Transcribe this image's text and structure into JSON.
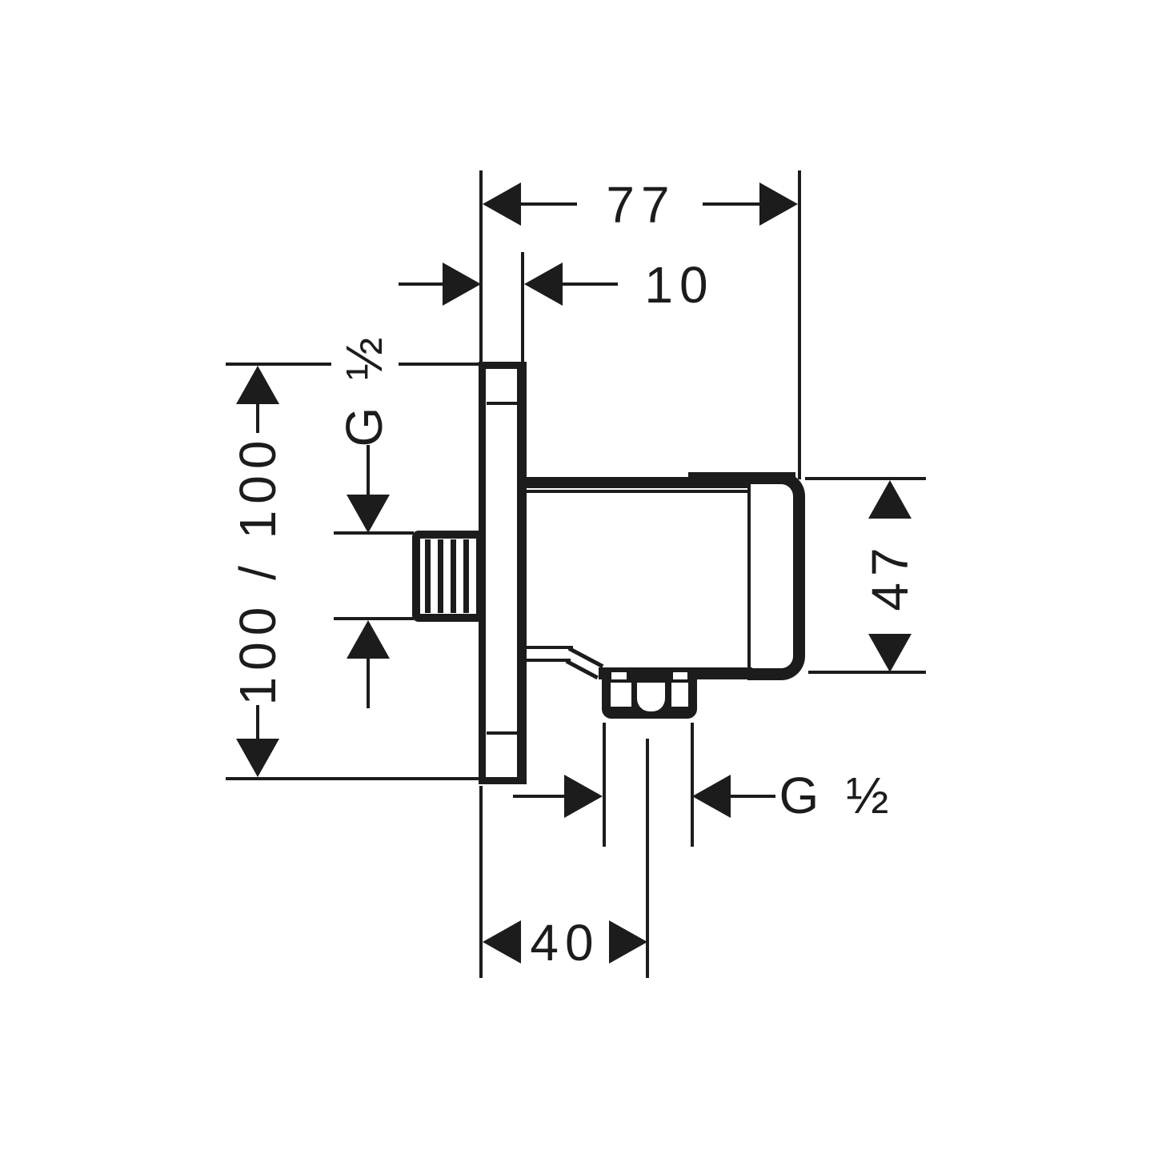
{
  "drawing": {
    "ink_color": "#1c1c1c",
    "paper_color": "#ffffff"
  },
  "dimensions": {
    "overall_depth": "77",
    "plate_thickness": "10",
    "inlet_thread": "G ½",
    "plate_height": "100 / 100",
    "body_height": "47",
    "outlet_thread": "G ½",
    "outlet_center_offset": "40"
  }
}
